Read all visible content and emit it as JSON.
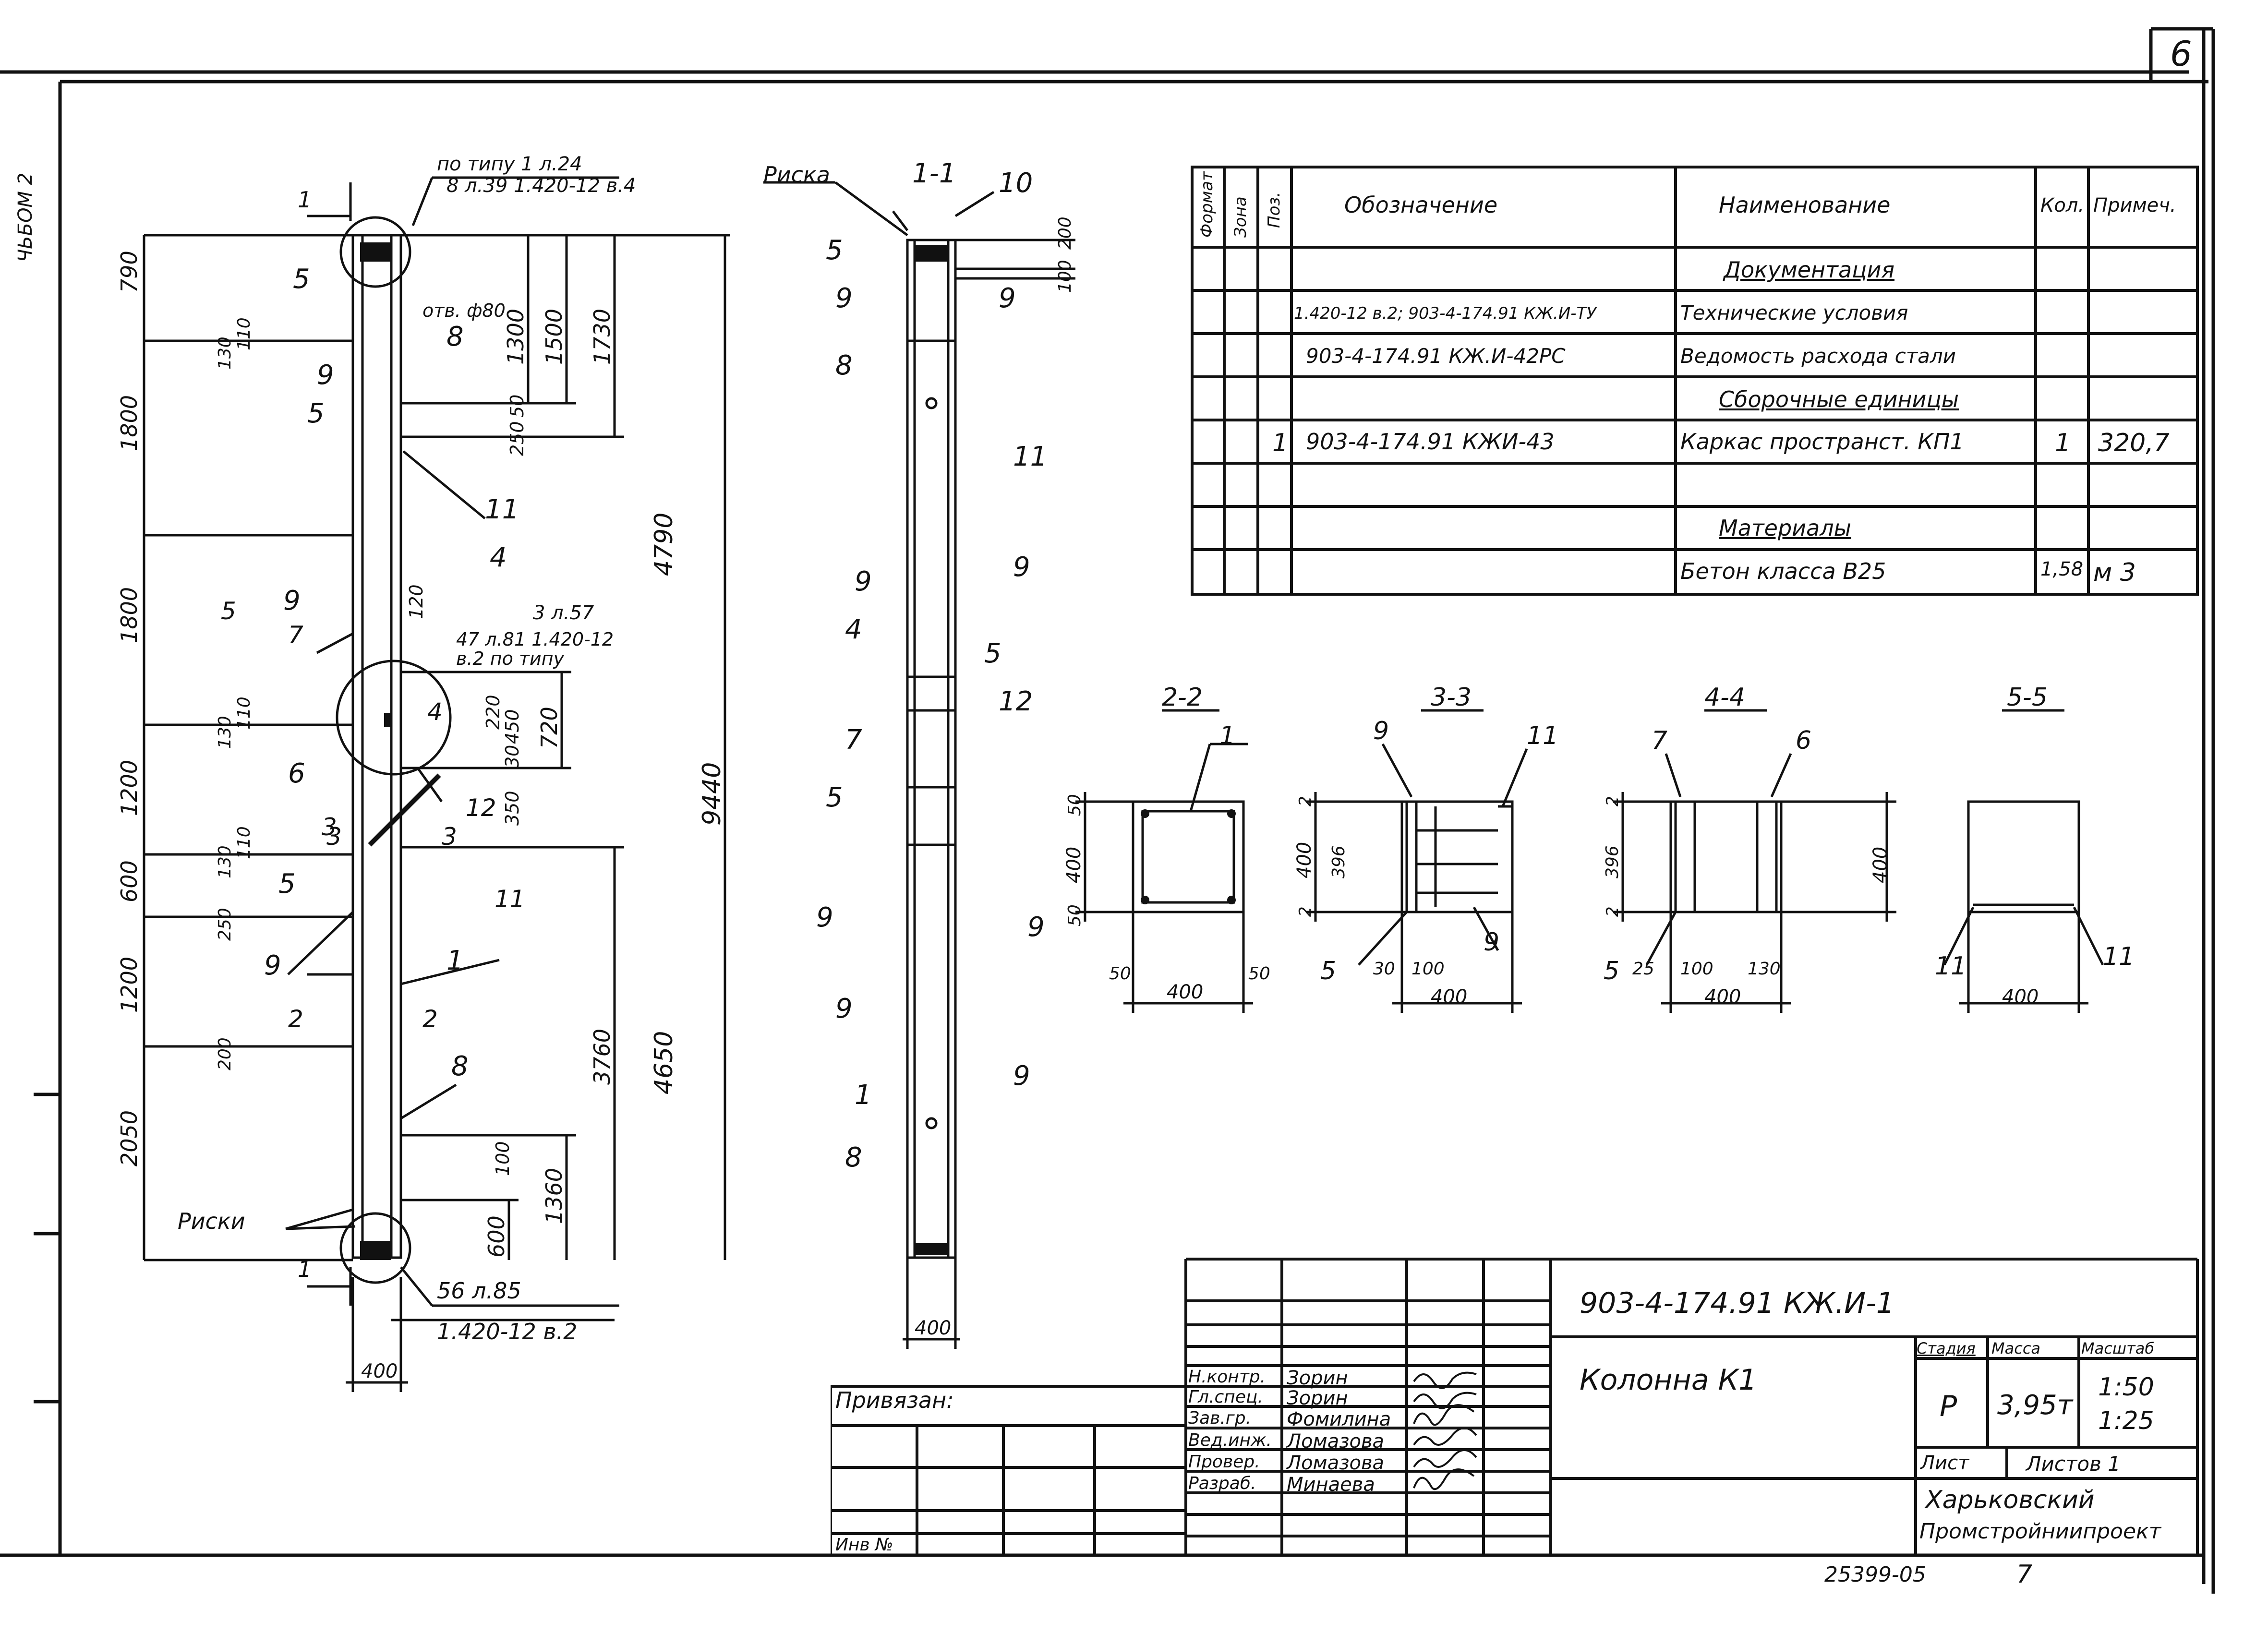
{
  "sheet": {
    "sheet_number": "6",
    "side_label": "ЧЬБОМ 2",
    "footer_number": "25399-05",
    "footer_page": "7"
  },
  "elevation": {
    "section_mark": "1",
    "note_top_1": "по типу 1 л.24",
    "note_top_2": "8 л.39  1.420-12 в.4",
    "note_hole": "отв. ф80",
    "note_mid_1": "3 л.57",
    "note_mid_2": "47 л.81  1.420-12",
    "note_mid_3": "в.2 по типу",
    "note_bot_1": "56 л.85",
    "note_bot_2": "1.420-12 в.2",
    "marks_label": "Риски",
    "left_dims": [
      "790",
      "1800",
      "1800",
      "1200",
      "600",
      "1200",
      "2050"
    ],
    "small_dims": [
      "130",
      "110",
      "130",
      "110",
      "130",
      "110",
      "250",
      "200"
    ],
    "right_dims": [
      "1300",
      "1500",
      "1730",
      "250",
      "50",
      "120",
      "220",
      "720",
      "350",
      "30",
      "450",
      "4790",
      "9440",
      "3760",
      "4650",
      "100",
      "1360",
      "600"
    ],
    "bottom_dim": "400",
    "positions": [
      "5",
      "9",
      "8",
      "5",
      "11",
      "9",
      "5",
      "7",
      "4",
      "6",
      "3",
      "4",
      "12",
      "3",
      "5",
      "9",
      "2",
      "1",
      "2",
      "8",
      "11",
      "3"
    ]
  },
  "section_1_1": {
    "title": "1-1",
    "marks_label": "Риска",
    "positions": [
      "10",
      "5",
      "9",
      "9",
      "8",
      "11",
      "9",
      "9",
      "4",
      "5",
      "7",
      "12",
      "5",
      "9",
      "9",
      "9",
      "9",
      "1",
      "8"
    ],
    "dims": [
      "200",
      "100",
      "400"
    ]
  },
  "sections": [
    {
      "title": "2-2",
      "dims": [
        "50",
        "400",
        "50",
        "50",
        "400",
        "50"
      ],
      "positions": [
        "1"
      ]
    },
    {
      "title": "3-3",
      "dims": [
        "2",
        "400",
        "396",
        "2",
        "30",
        "100",
        "400"
      ],
      "positions": [
        "9",
        "11",
        "5",
        "9"
      ]
    },
    {
      "title": "4-4",
      "dims": [
        "2",
        "396",
        "2",
        "25",
        "100",
        "130",
        "400",
        "400"
      ],
      "positions": [
        "7",
        "6",
        "5"
      ]
    },
    {
      "title": "5-5",
      "dims": [
        "400"
      ],
      "positions": [
        "11",
        "11"
      ]
    }
  ],
  "spec_table": {
    "headers": [
      "Формат",
      "Зона",
      "Поз.",
      "Обозначение",
      "Наименование",
      "Кол.",
      "Примеч."
    ],
    "rows": [
      {
        "pos": "",
        "designation": "",
        "name": "Документация",
        "qty": "",
        "note": "",
        "heading": true
      },
      {
        "pos": "",
        "designation": "1.420-12 в.2; 903-4-174.91 КЖ.И-ТУ",
        "name": "Технические условия",
        "qty": "",
        "note": ""
      },
      {
        "pos": "",
        "designation": "903-4-174.91   КЖ.И-42РС",
        "name": "Ведомость расхода стали",
        "qty": "",
        "note": ""
      },
      {
        "pos": "",
        "designation": "",
        "name": "Сборочные единицы",
        "qty": "",
        "note": "",
        "heading": true
      },
      {
        "pos": "1",
        "designation": "903-4-174.91   КЖИ-43",
        "name": "Каркас пространст. КП1",
        "qty": "1",
        "note": "320,7"
      },
      {
        "pos": "",
        "designation": "",
        "name": "",
        "qty": "",
        "note": ""
      },
      {
        "pos": "",
        "designation": "",
        "name": "Материалы",
        "qty": "",
        "note": "",
        "heading": true
      },
      {
        "pos": "",
        "designation": "",
        "name": "Бетон класса  В25",
        "qty": "1,58",
        "note": "м 3"
      }
    ]
  },
  "title_block": {
    "doc_code": "903-4-174.91   КЖ.И-1",
    "item_name": "Колонна К1",
    "stage_label": "Стадия",
    "mass_label": "Масса",
    "scale_label": "Масштаб",
    "stage": "Р",
    "mass": "3,95т",
    "scale_1": "1:50",
    "scale_2": "1:25",
    "sheet_label": "Лист",
    "sheets_label": "Листов 1",
    "org_1": "Харьковский",
    "org_2": "Промстройниипроект",
    "privyazan": "Привязан:",
    "inv_no": "Инв №",
    "roles": [
      {
        "role": "Н.контр.",
        "name": "Зорин"
      },
      {
        "role": "Гл.спец.",
        "name": "Зорин"
      },
      {
        "role": "Зав.гр.",
        "name": "Фомилина"
      },
      {
        "role": "Вед.инж.",
        "name": "Ломазова"
      },
      {
        "role": "Провер.",
        "name": "Ломазова"
      },
      {
        "role": "Разраб.",
        "name": "Минаева"
      }
    ]
  }
}
